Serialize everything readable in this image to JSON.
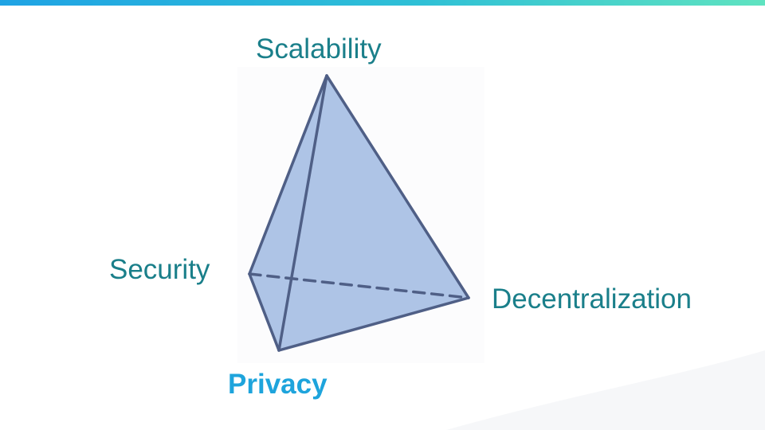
{
  "slide": {
    "accent_colors": [
      "#1fa3e4",
      "#5fe3c0"
    ]
  },
  "diagram": {
    "shape": "tetrahedron",
    "fill_color": "#aec4e6",
    "edge_color": "#4f5f86",
    "vertices": {
      "scalability": {
        "label": "Scalability",
        "color": "#1a7f8a",
        "bold": false
      },
      "security": {
        "label": "Security",
        "color": "#1a7f8a",
        "bold": false
      },
      "decentralization": {
        "label": "Decentralization",
        "color": "#1a7f8a",
        "bold": false
      },
      "privacy": {
        "label": "Privacy",
        "color": "#1ea4dc",
        "bold": true
      }
    },
    "hidden_edge": "security-decentralization"
  }
}
